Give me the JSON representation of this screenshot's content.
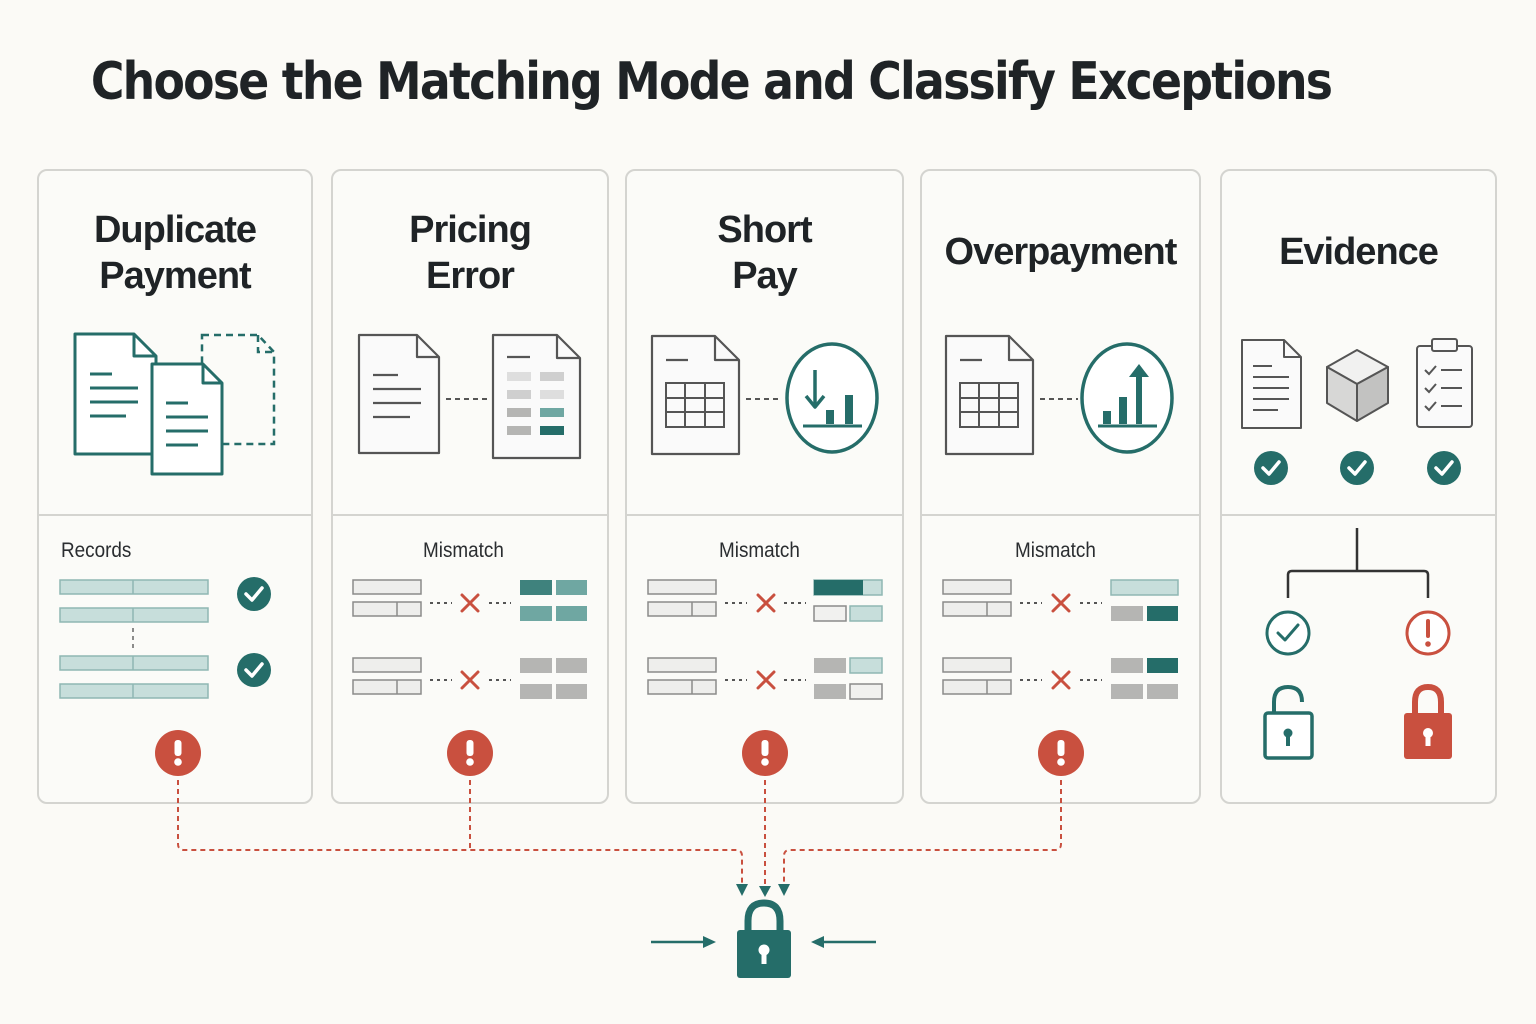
{
  "title": "Choose the Matching Mode and Classify Exceptions",
  "colors": {
    "teal": "#256d69",
    "light_teal": "#c7dedb",
    "mid_teal": "#6fa7a2",
    "red": "#c9503f",
    "gray": "#b5b5b3",
    "light_gray": "#dedede",
    "border": "#d4d4d0",
    "background": "#fbfaf6"
  },
  "cards": [
    {
      "id": "duplicate",
      "title_lines": [
        "Duplicate",
        "Payment"
      ],
      "sublabel": "Records",
      "icons": [
        "document-icon",
        "document-icon",
        "dashed-document-icon",
        "check-icon",
        "check-icon",
        "alert-icon"
      ]
    },
    {
      "id": "pricing",
      "title_lines": [
        "Pricing",
        "Error"
      ],
      "sublabel": "Mismatch",
      "icons": [
        "document-icon",
        "price-sheet-icon",
        "x-icon",
        "x-icon",
        "alert-icon"
      ]
    },
    {
      "id": "short",
      "title_lines": [
        "Short",
        "Pay"
      ],
      "sublabel": "Mismatch",
      "icons": [
        "spreadsheet-icon",
        "trend-down-icon",
        "x-icon",
        "x-icon",
        "alert-icon"
      ]
    },
    {
      "id": "over",
      "title_lines": [
        "Overpayment"
      ],
      "sublabel": "Mismatch",
      "icons": [
        "spreadsheet-icon",
        "trend-up-icon",
        "x-icon",
        "x-icon",
        "alert-icon"
      ]
    },
    {
      "id": "evidence",
      "title_lines": [
        "Evidence"
      ],
      "sublabel": "",
      "icons": [
        "document-icon",
        "box-icon",
        "checklist-icon",
        "check-icon",
        "alert-icon",
        "unlocked-icon",
        "locked-icon"
      ]
    }
  ],
  "footer": {
    "icons": [
      "lock-icon",
      "arrow-right-icon",
      "arrow-left-icon"
    ]
  }
}
